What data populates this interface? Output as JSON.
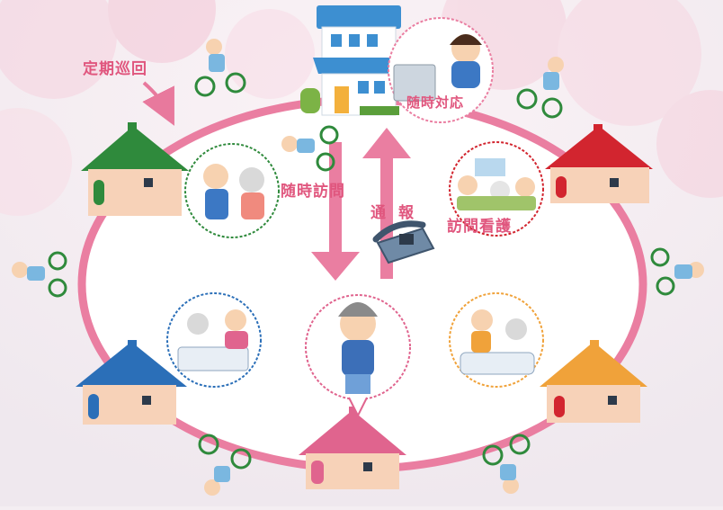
{
  "labels": {
    "regular_rounds": "定期巡回",
    "on_demand_visit": "随時訪問",
    "report": "通報",
    "visiting_nursing": "訪問看護",
    "on_demand_response": "随時対応"
  },
  "colors": {
    "ring": "#ea7ea1",
    "label": "#e0567e",
    "background_blossom": "#f6d9e4"
  }
}
